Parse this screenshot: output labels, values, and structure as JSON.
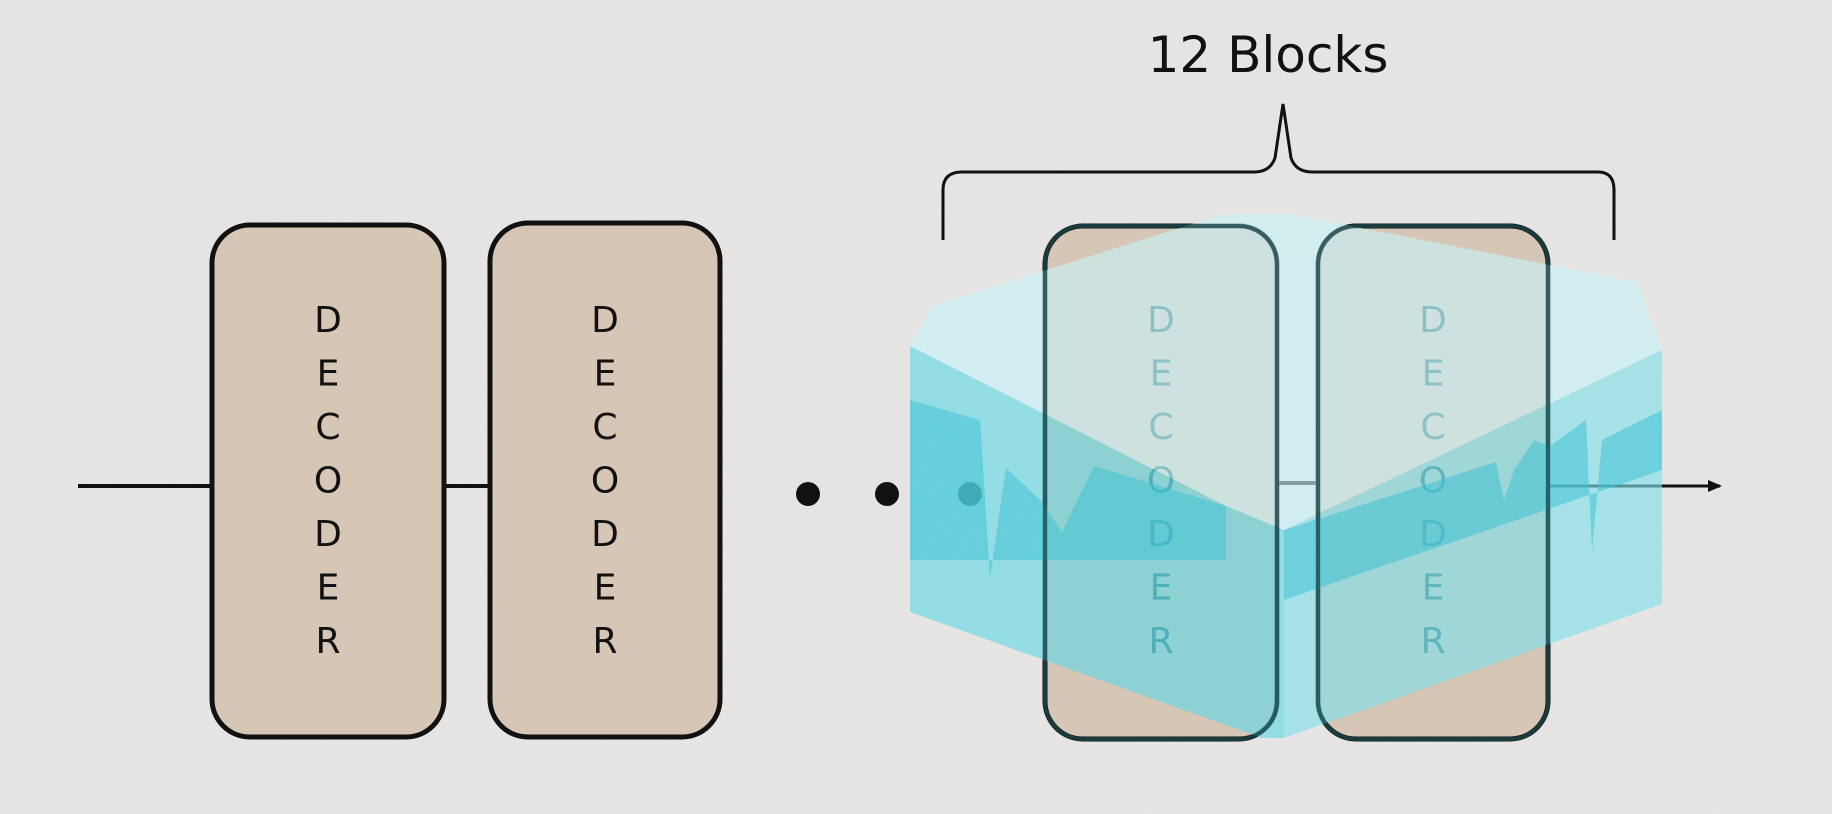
{
  "group_label": "12 Blocks",
  "blocks": [
    {
      "label": "DECODER",
      "frozen": false
    },
    {
      "label": "DECODER",
      "frozen": false
    },
    {
      "label": "DECODER",
      "frozen": true
    },
    {
      "label": "DECODER",
      "frozen": true
    }
  ],
  "ellipsis": "• • •",
  "colors": {
    "background": "#e9e8e6",
    "block_fill": "#d6c6b6",
    "block_stroke": "#111111",
    "ice": "#7fe0ea",
    "ice_top": "#c4f0f4"
  }
}
